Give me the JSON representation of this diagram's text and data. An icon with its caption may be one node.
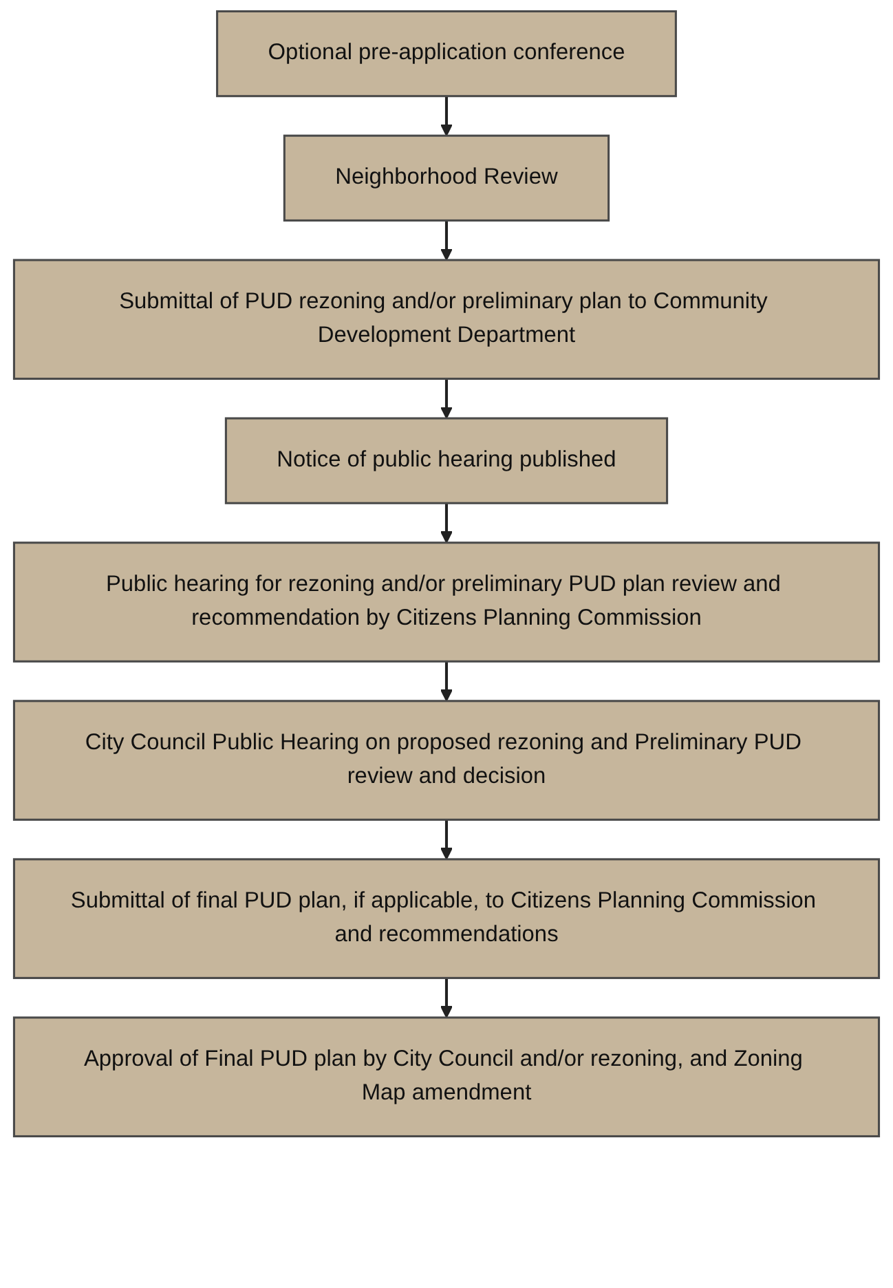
{
  "diagram": {
    "nodes": [
      {
        "text": [
          "Optional pre-application conference"
        ]
      },
      {
        "text": [
          "Neighborhood Review"
        ]
      },
      {
        "text": [
          "Submittal of PUD rezoning and/or preliminary plan to Community Development Department"
        ]
      },
      {
        "text": [
          "Notice of public hearing published"
        ]
      },
      {
        "text": [
          "Public hearing for rezoning and/or preliminary PUD plan review and recommendation by Citizens Planning Commission"
        ]
      },
      {
        "text": [
          "City Council Public Hearing on proposed rezoning and Preliminary PUD review and decision"
        ]
      },
      {
        "text": [
          "Submittal of final PUD plan, if applicable, to Citizens Planning Commission and recommendations"
        ]
      },
      {
        "text": [
          "Approval of Final PUD plan by City Council and/or rezoning, and Zoning Map amendment"
        ]
      }
    ],
    "edges": [
      {
        "from": 0,
        "to": 1,
        "arrow": "to"
      },
      {
        "from": 1,
        "to": 2,
        "arrow": "to"
      },
      {
        "from": 2,
        "to": 3,
        "arrow": "to"
      },
      {
        "from": 3,
        "to": 4,
        "arrow": "to"
      },
      {
        "from": 4,
        "to": 5,
        "arrow": "to"
      },
      {
        "from": 5,
        "to": 6,
        "arrow": "to"
      },
      {
        "from": 6,
        "to": 7,
        "arrow": "to"
      }
    ]
  }
}
